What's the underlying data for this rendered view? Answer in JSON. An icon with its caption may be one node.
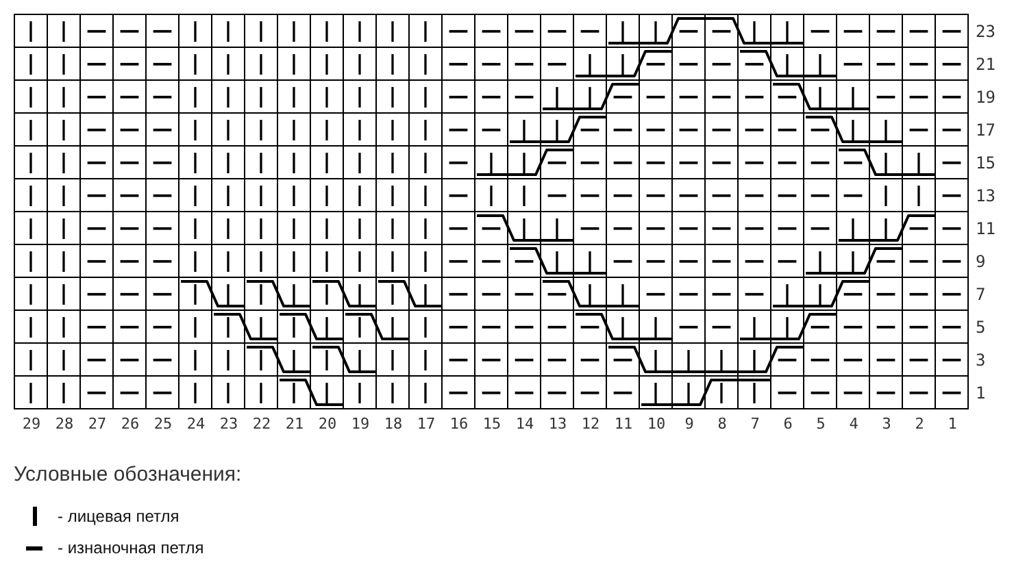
{
  "diagram": {
    "labels": [
      "|",
      "|",
      "—",
      "—",
      "—",
      "|",
      "|",
      "|",
      "|",
      "|",
      "|",
      "|",
      "|",
      "—",
      "—",
      "—",
      "—",
      "—",
      "|",
      "|",
      "—",
      "—",
      "|",
      "|",
      "—",
      "—",
      "—",
      "—",
      "—",
      "23",
      "|",
      "|",
      "—",
      "—",
      "—",
      "|",
      "|",
      "|",
      "|",
      "|",
      "|",
      "|",
      "|",
      "—",
      "—",
      "—",
      "—",
      "|",
      "|",
      "—",
      "—",
      "—",
      "—",
      "|",
      "|",
      "—",
      "—",
      "—",
      "—",
      "21",
      "|",
      "|",
      "—",
      "—",
      "—",
      "|",
      "|",
      "|",
      "|",
      "|",
      "|",
      "|",
      "|",
      "—",
      "—",
      "—",
      "|",
      "|",
      "—",
      "—",
      "—",
      "—",
      "—",
      "—",
      "|",
      "|",
      "—",
      "—",
      "—",
      "19",
      "|",
      "|",
      "—",
      "—",
      "—",
      "|",
      "|",
      "|",
      "|",
      "|",
      "|",
      "|",
      "|",
      "—",
      "—",
      "|",
      "|",
      "—",
      "—",
      "—",
      "—",
      "—",
      "—",
      "—",
      "—",
      "|",
      "|",
      "—",
      "—",
      "17",
      "|",
      "|",
      "—",
      "—",
      "—",
      "|",
      "|",
      "|",
      "|",
      "|",
      "|",
      "|",
      "|",
      "—",
      "|",
      "|",
      "—",
      "—",
      "—",
      "—",
      "—",
      "—",
      "—",
      "—",
      "—",
      "—",
      "|",
      "|",
      "—",
      "15",
      "|",
      "|",
      "—",
      "—",
      "—",
      "|",
      "|",
      "|",
      "|",
      "|",
      "|",
      "|",
      "|",
      "—",
      "|",
      "|",
      "—",
      "—",
      "—",
      "—",
      "—",
      "—",
      "—",
      "—",
      "—",
      "—",
      "|",
      "|",
      "—",
      "13",
      "|",
      "|",
      "—",
      "—",
      "—",
      "|",
      "|",
      "|",
      "|",
      "|",
      "|",
      "|",
      "|",
      "—",
      "—",
      "|",
      "|",
      "—",
      "—",
      "—",
      "—",
      "—",
      "—",
      "—",
      "—",
      "|",
      "|",
      "—",
      "—",
      "11",
      "|",
      "|",
      "—",
      "—",
      "—",
      "|",
      "|",
      "|",
      "|",
      "|",
      "|",
      "|",
      "|",
      "—",
      "—",
      "—",
      "|",
      "|",
      "—",
      "—",
      "—",
      "—",
      "—",
      "—",
      "|",
      "|",
      "—",
      "—",
      "—",
      "9",
      "|",
      "|",
      "—",
      "—",
      "—",
      "|",
      "|",
      "|",
      "|",
      "|",
      "|",
      "|",
      "|",
      "—",
      "—",
      "—",
      "—",
      "|",
      "|",
      "—",
      "—",
      "—",
      "—",
      "|",
      "|",
      "—",
      "—",
      "—",
      "—",
      "7",
      "|",
      "|",
      "—",
      "—",
      "—",
      "|",
      "|",
      "|",
      "|",
      "|",
      "|",
      "|",
      "|",
      "—",
      "—",
      "—",
      "—",
      "—",
      "|",
      "|",
      "—",
      "—",
      "|",
      "|",
      "—",
      "—",
      "—",
      "—",
      "—",
      "5",
      "|",
      "|",
      "—",
      "—",
      "—",
      "|",
      "|",
      "|",
      "|",
      "|",
      "|",
      "|",
      "|",
      "—",
      "—",
      "—",
      "—",
      "—",
      "—",
      "|",
      "|",
      "|",
      "|",
      "—",
      "—",
      "—",
      "—",
      "—",
      "—",
      "3",
      "|",
      "|",
      "—",
      "—",
      "—",
      "|",
      "|",
      "|",
      "|",
      "|",
      "|",
      "|",
      "|",
      "—",
      "—",
      "—",
      "—",
      "—",
      "—",
      "|",
      "|",
      "|",
      "|",
      "—",
      "—",
      "—",
      "—",
      "—",
      "—",
      "1",
      "29",
      "28",
      "27",
      "26",
      "25",
      "24",
      "23",
      "22",
      "21",
      "20",
      "19",
      "18",
      "17",
      "16",
      "15",
      "14",
      "13",
      "12",
      "11",
      "10",
      "9",
      "8",
      "7",
      "6",
      "5",
      "4",
      "3",
      "2",
      "1",
      "Условные обозначения:"
    ],
    "legend": [
      {
        "text": "- лицевая петля"
      },
      {
        "text": "- изнаночная петля"
      }
    ]
  }
}
